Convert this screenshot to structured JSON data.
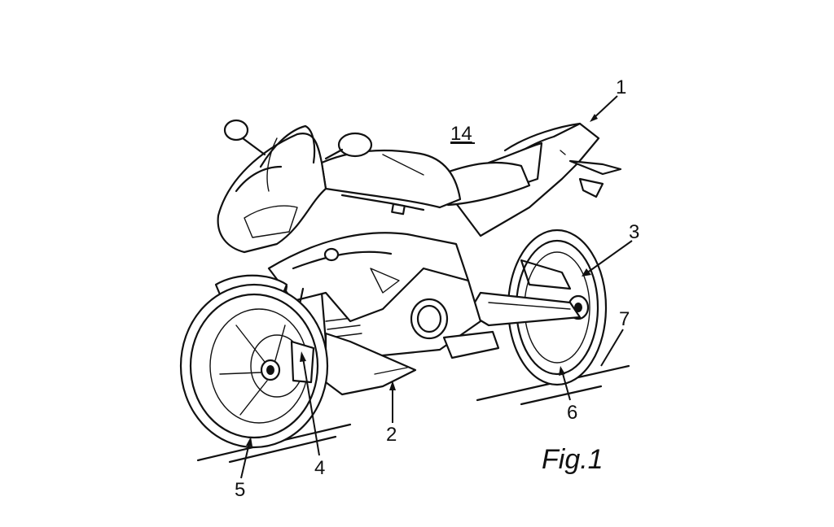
{
  "figure": {
    "caption": "Fig.1",
    "subject": "motorcycle-line-drawing",
    "reference_numerals": [
      {
        "id": "n1",
        "label": "1"
      },
      {
        "id": "n2",
        "label": "2"
      },
      {
        "id": "n3",
        "label": "3"
      },
      {
        "id": "n4",
        "label": "4"
      },
      {
        "id": "n5",
        "label": "5"
      },
      {
        "id": "n6",
        "label": "6"
      },
      {
        "id": "n7",
        "label": "7"
      },
      {
        "id": "n14",
        "label": "14"
      }
    ]
  }
}
